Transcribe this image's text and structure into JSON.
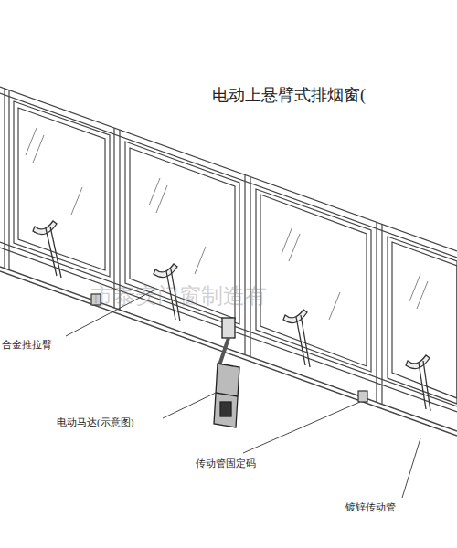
{
  "diagram": {
    "title": "电动上悬臂式排烟窗(",
    "labels": [
      "合金推拉臂",
      "电动马达(示意图)",
      "传动管固定码",
      "镀锌传动管",
      "市泰安门窗制造有"
    ]
  }
}
